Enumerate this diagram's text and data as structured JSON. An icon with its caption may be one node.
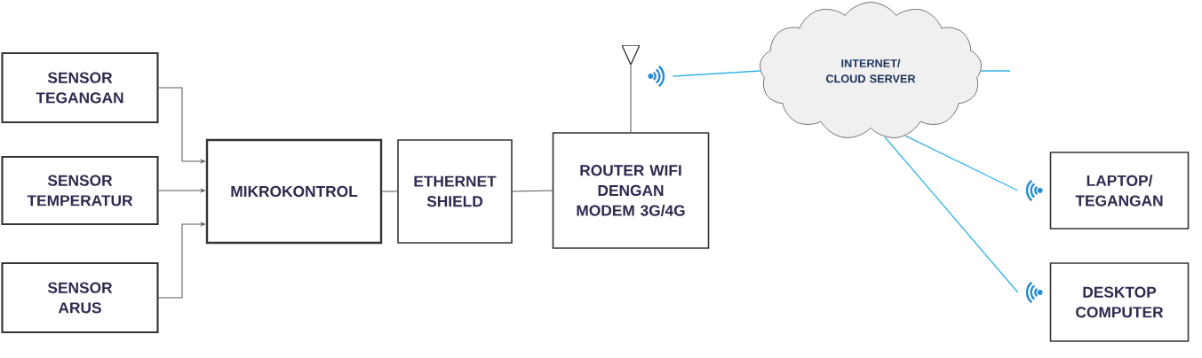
{
  "diagram": {
    "nodes": [
      {
        "text": [
          "SENSOR TEGANGAN"
        ]
      },
      {
        "text": [
          "SENSOR TEMPERATUR"
        ]
      },
      {
        "text": [
          "SENSOR ARUS"
        ]
      },
      {
        "text": [
          "MIKROKONTROL"
        ]
      },
      {
        "text": [
          "ETHERNET SHIELD"
        ]
      },
      {
        "text": [
          "ROUTER WIFI DENGAN MODEM 3G/4G"
        ]
      },
      {
        "text": [],
        "shape": "antenna"
      },
      {
        "text": [],
        "shape": "signal"
      },
      {
        "text": [
          "INTERNET/ CLOUD SERVER"
        ]
      },
      {
        "text": [],
        "shape": "signal"
      },
      {
        "text": [
          "LAPTOP/ TEGANGAN"
        ]
      },
      {
        "text": [],
        "shape": "signal"
      },
      {
        "text": [
          "DESKTOP COMPUTER"
        ]
      }
    ],
    "edges": [
      {
        "from": 0,
        "to": 3,
        "arrow": "to"
      },
      {
        "from": 1,
        "to": 3,
        "arrow": "to"
      },
      {
        "from": 2,
        "to": 3,
        "arrow": "to"
      },
      {
        "from": 3,
        "to": 4,
        "arrow": "none"
      },
      {
        "from": 4,
        "to": 5,
        "arrow": "none"
      },
      {
        "from": 5,
        "to": 6,
        "arrow": "none"
      },
      {
        "from": 7,
        "to": 8,
        "arrow": "none",
        "color": "#33b5e5"
      },
      {
        "from": 8,
        "to": null,
        "arrow": "none",
        "color": "#33b5e5"
      },
      {
        "from": 8,
        "to": 9,
        "arrow": "none",
        "color": "#33b5e5"
      },
      {
        "from": 8,
        "to": 11,
        "arrow": "none",
        "color": "#33b5e5"
      }
    ]
  }
}
